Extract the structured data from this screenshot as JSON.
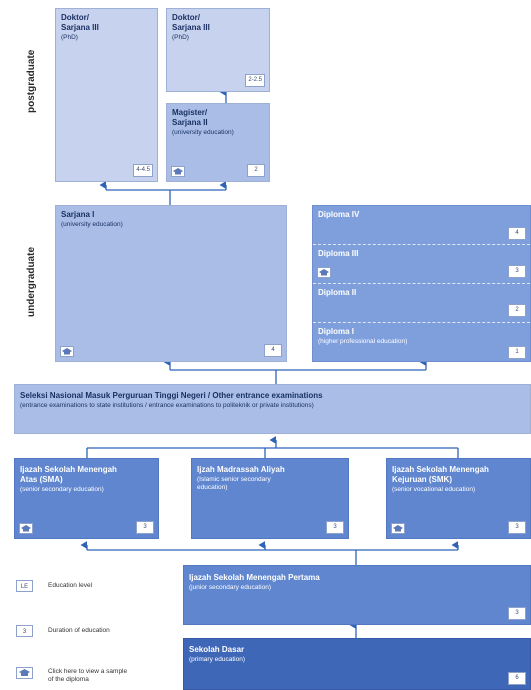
{
  "labels": {
    "postgraduate": "postgraduate",
    "undergraduate": "undergraduate"
  },
  "boxes": {
    "doktor_left": {
      "title": "Doktor/\nSarjana III",
      "subtitle": "(PhD)",
      "duration": "4-4.5"
    },
    "doktor_right": {
      "title": "Doktor/\nSarjana III",
      "subtitle": "(PhD)",
      "duration": "2-2.5"
    },
    "magister": {
      "title": "Magister/\nSarjana II",
      "subtitle": "(university education)",
      "duration": "2"
    },
    "sarjana1": {
      "title": "Sarjana I",
      "subtitle": "(university education)",
      "duration": "4"
    },
    "diploma": {
      "rows": [
        {
          "title": "Diploma IV",
          "duration": "4"
        },
        {
          "title": "Diploma III",
          "duration": "3"
        },
        {
          "title": "Diploma II",
          "duration": "2"
        },
        {
          "title": "Diploma I",
          "subtitle": "(higher professional education)",
          "duration": "1"
        }
      ]
    },
    "seleksi": {
      "title": "Seleksi Nasional Masuk Perguruan Tinggi Negeri / Other entrance examinations",
      "subtitle": "(entrance examinations to state institutions / entrance examinations to politeknik or private institutions)"
    },
    "sma": {
      "title": "Ijazah Sekolah Menengah\nAtas (SMA)",
      "subtitle": "(senior secondary education)",
      "duration": "3"
    },
    "madrasah": {
      "title": "Ijzah Madrassah Aliyah",
      "subtitle": "(Islamic senior secondary\neducation)",
      "duration": "3"
    },
    "smk": {
      "title": "Ijazah Sekolah Menengah\nKejuruan (SMK)",
      "subtitle": "(senior vocational education)",
      "duration": "3"
    },
    "smp": {
      "title": "Ijazah Sekolah Menengah Pertama",
      "subtitle": "(junior secondary education)",
      "duration": "3"
    },
    "sd": {
      "title": "Sekolah Dasar",
      "subtitle": "(primary education)",
      "duration": "6"
    }
  },
  "legend": {
    "level_badge": "LE",
    "level_text": "Education level",
    "duration_badge": "3",
    "duration_text": "Duration of education",
    "diploma_text": "Click here to view a sample of the diploma"
  }
}
